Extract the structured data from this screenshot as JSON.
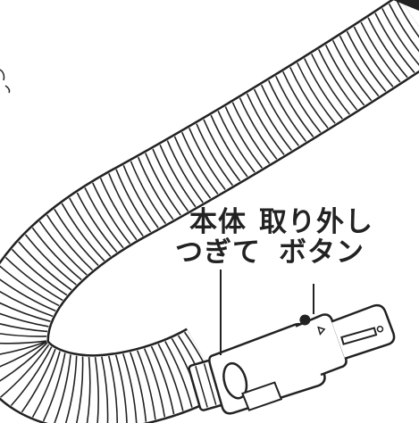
{
  "labels": {
    "body_joint": {
      "line1": "本体",
      "line2": "つぎて"
    },
    "release_button": {
      "line1": "取り外し",
      "line2": "ボタン"
    }
  },
  "colors": {
    "stroke": "#222222",
    "fill": "#ffffff"
  }
}
